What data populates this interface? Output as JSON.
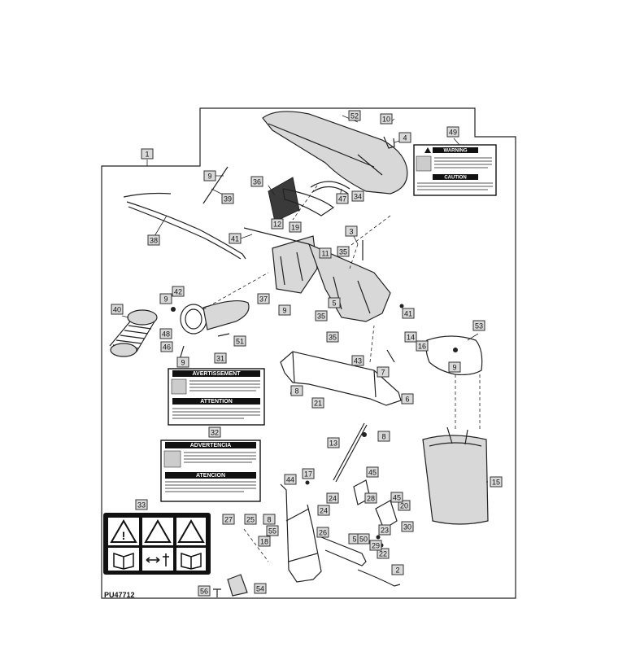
{
  "figure_code": "PU47712",
  "callouts": [
    "1",
    "2",
    "3",
    "4",
    "5",
    "6",
    "7",
    "8",
    "9",
    "10",
    "11",
    "12",
    "13",
    "14",
    "15",
    "16",
    "17",
    "18",
    "19",
    "20",
    "21",
    "22",
    "23",
    "24",
    "25",
    "26",
    "27",
    "28",
    "29",
    "30",
    "31",
    "32",
    "33",
    "34",
    "35",
    "36",
    "37",
    "38",
    "39",
    "40",
    "41",
    "42",
    "43",
    "44",
    "45",
    "46",
    "47",
    "48",
    "49",
    "50",
    "51",
    "52",
    "53",
    "54",
    "55",
    "56"
  ],
  "labels": {
    "warning_title": "WARNING",
    "caution_title": "CAUTION",
    "avertissement_title": "AVERTISSEMENT",
    "attention_title": "ATTENTION",
    "advertencia_title": "ADVERTENCIA",
    "atencion_title": "ATENCION"
  },
  "colors": {
    "callout_fill": "#d9d9d9",
    "line": "#222222",
    "label_dark": "#111111"
  },
  "icons": [
    "warning-triangle-icon",
    "hand-entanglement-icon",
    "thrown-object-icon",
    "read-manual-icon",
    "safe-distance-icon"
  ]
}
